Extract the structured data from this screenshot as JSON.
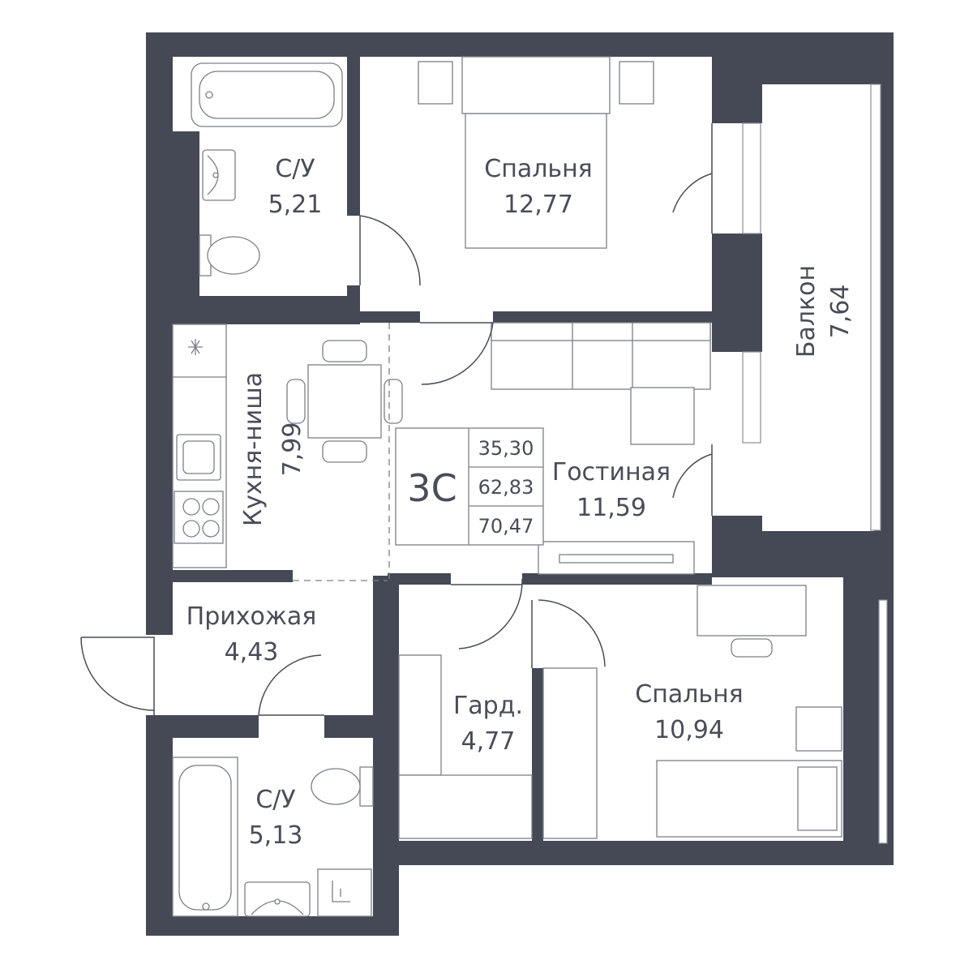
{
  "colors": {
    "wall": "#454955",
    "text": "#4a4d57",
    "furniture": "#7c7f88",
    "background": "#ffffff"
  },
  "rooms": {
    "bathroom_top": {
      "name": "С/У",
      "area": "5,21"
    },
    "bedroom_top": {
      "name": "Спальня",
      "area": "12,77"
    },
    "balcony": {
      "name": "Балкон",
      "area": "7,64"
    },
    "kitchen": {
      "name": "Кухня-ниша",
      "area": "7,99"
    },
    "living": {
      "name": "Гостиная",
      "area": "11,59"
    },
    "hallway": {
      "name": "Прихожая",
      "area": "4,43"
    },
    "wardrobe": {
      "name": "Гард.",
      "area": "4,77"
    },
    "bedroom_bottom": {
      "name": "Спальня",
      "area": "10,94"
    },
    "bathroom_bottom": {
      "name": "С/У",
      "area": "5,13"
    }
  },
  "summary": {
    "type": "3С",
    "living_area": "35,30",
    "total_area": "62,83",
    "total_with_balcony": "70,47"
  }
}
